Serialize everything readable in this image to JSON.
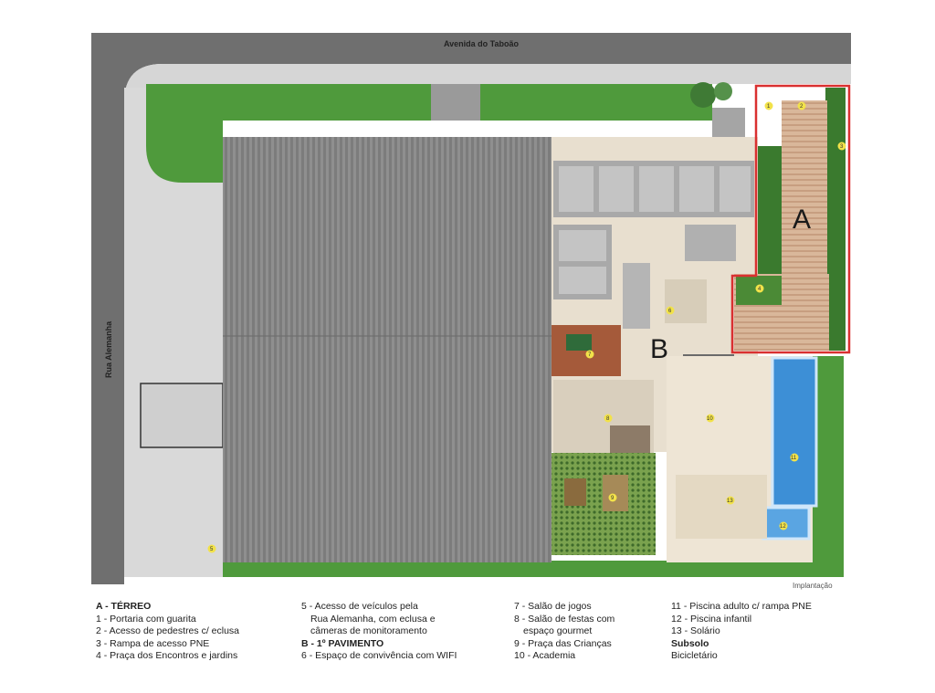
{
  "streets": {
    "top": "Avenida do Taboão",
    "left": "Rua Alemanha"
  },
  "zones": {
    "a": "A",
    "b": "B"
  },
  "markers": [
    "1",
    "2",
    "3",
    "4",
    "5",
    "6",
    "7",
    "8",
    "9",
    "10",
    "11",
    "12",
    "13"
  ],
  "caption": "Implantação",
  "legend": {
    "col1": {
      "heading": "A - TÉRREO",
      "items": [
        "1 - Portaria com guarita",
        "2 - Acesso de pedestres c/ eclusa",
        "3 - Rampa de acesso PNE",
        "4 - Praça dos Encontros e jardins"
      ]
    },
    "col2": {
      "items": [
        "5 - Acesso de veículos pela",
        "Rua Alemanha, com eclusa e",
        "câmeras de monitoramento"
      ],
      "heading": "B - 1º PAVIMENTO",
      "items2": [
        "6 - Espaço de convivência com WIFI"
      ]
    },
    "col3": {
      "items": [
        "7 - Salão de jogos",
        "8 - Salão de festas com",
        "espaço gourmet",
        "9 - Praça das Crianças",
        "10 - Academia"
      ]
    },
    "col4": {
      "items": [
        "11 - Piscina adulto c/ rampa PNE",
        "12 - Piscina infantil",
        "13 - Solário"
      ],
      "heading": "Subsolo",
      "items2": [
        "Bicicletário"
      ]
    }
  },
  "colors": {
    "road": "#6e6e6e",
    "sidewalk": "#d4d4d4",
    "grass": "#4f9a3c",
    "roof": "#8c8c8c",
    "pool": "#3d8fd6",
    "floor": "#e6dccb",
    "zone_border": "#d93030"
  }
}
